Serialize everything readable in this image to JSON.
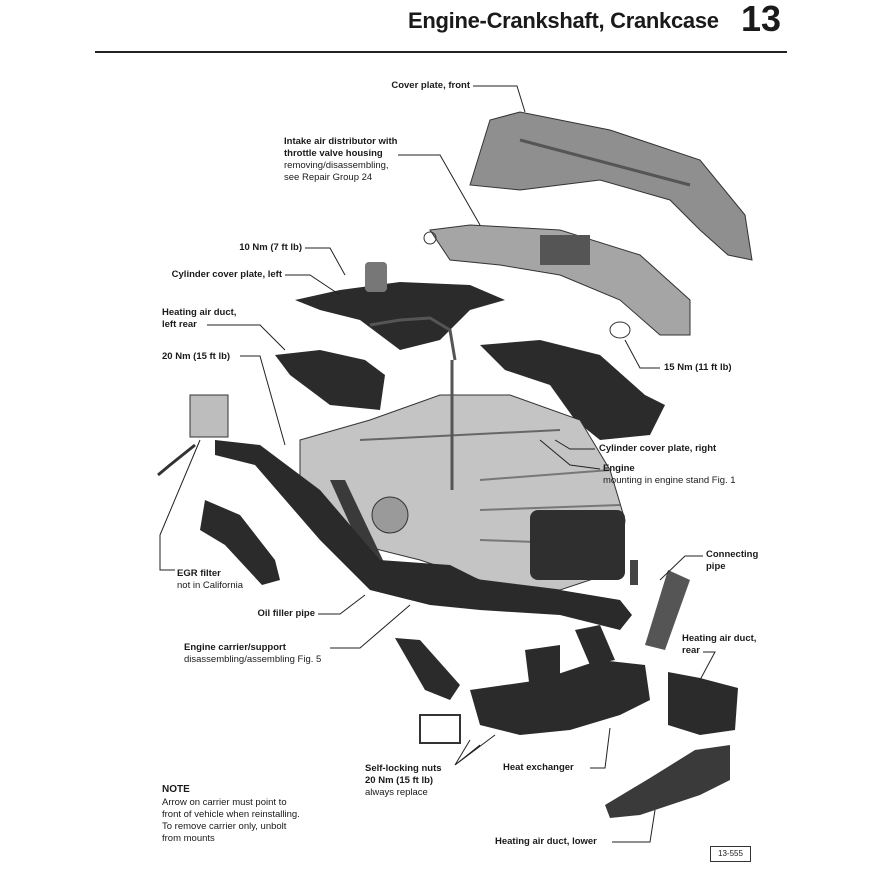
{
  "header": {
    "title": "Engine-Crankshaft, Crankcase",
    "chapter": "13"
  },
  "labels": {
    "cover_front": "Cover plate, front",
    "intake_1": "Intake air distributor with",
    "intake_2": "throttle valve housing",
    "intake_3": "removing/disassembling,",
    "intake_4": "see Repair Group 24",
    "torque_10": "10 Nm (7 ft lb)",
    "cyl_left": "Cylinder cover plate, left",
    "heat_lr_1": "Heating air duct,",
    "heat_lr_2": "left rear",
    "torque_20": "20 Nm (15 ft lb)",
    "torque_15": "15 Nm (11 ft lb)",
    "cyl_right": "Cylinder cover plate, right",
    "engine_1": "Engine",
    "engine_2": "mounting in engine stand Fig. 1",
    "conn_1": "Connecting",
    "conn_2": "pipe",
    "egr_1": "EGR filter",
    "egr_2": "not in California",
    "oil_filler": "Oil filler pipe",
    "carrier_1": "Engine carrier/support",
    "carrier_2": "disassembling/assembling Fig. 5",
    "heat_rear_1": "Heating air duct,",
    "heat_rear_2": "rear",
    "heat_exch": "Heat exchanger",
    "nuts_1": "Self-locking nuts",
    "nuts_2": "20 Nm (15 ft lb)",
    "nuts_3": "always replace",
    "heat_lower": "Heating air duct, lower"
  },
  "note": {
    "heading": "NOTE",
    "text": "Arrow on carrier must point to\nfront of vehicle when reinstalling.\nTo remove carrier only, unbolt\nfrom mounts"
  },
  "figure_ref": "13-555",
  "colors": {
    "ink": "#1a1a1a",
    "part_dark": "#2b2b2b",
    "part_mid": "#6b6b6b",
    "part_light": "#b9b9b9"
  }
}
